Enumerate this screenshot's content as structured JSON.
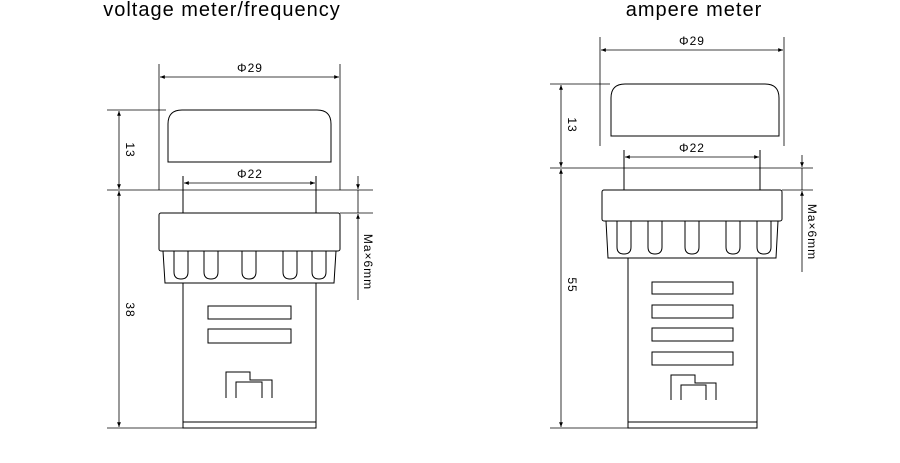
{
  "diagrams": [
    {
      "title": "voltage meter/frequency",
      "dim_outer": "Φ29",
      "dim_inner": "Φ22",
      "dim_cap_height": "13",
      "dim_body_height": "38",
      "dim_panel": "Ma×6mm"
    },
    {
      "title": "ampere meter",
      "dim_outer": "Φ29",
      "dim_inner": "Φ22",
      "dim_cap_height": "13",
      "dim_body_height": "55",
      "dim_panel": "Ma×6mm"
    }
  ]
}
